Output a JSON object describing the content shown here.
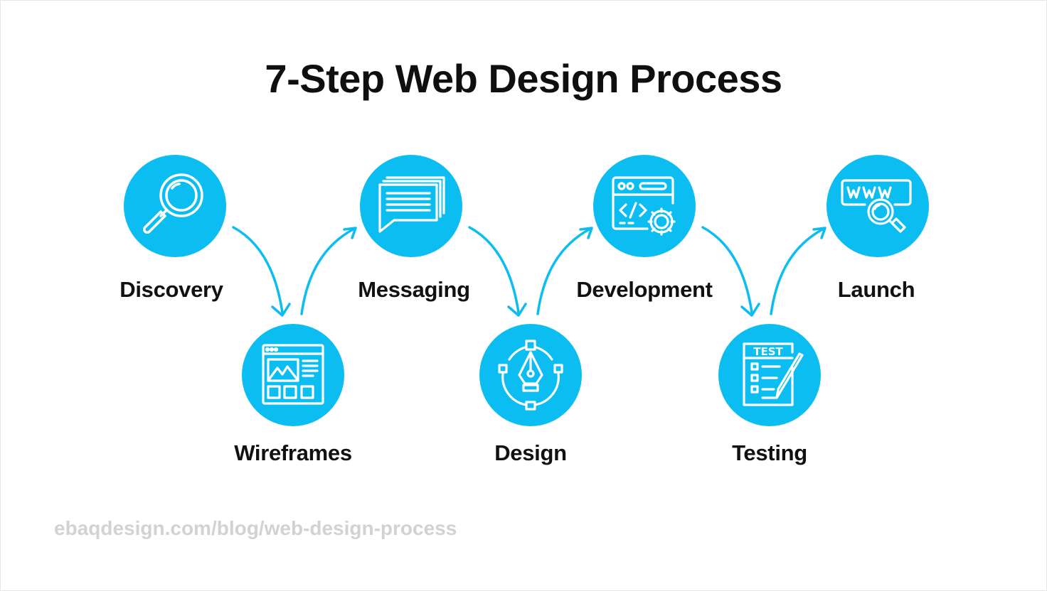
{
  "title": "7-Step Web Design Process",
  "accent_color": "#0bbdf0",
  "steps": [
    {
      "label": "Discovery",
      "icon": "magnifier-icon"
    },
    {
      "label": "Wireframes",
      "icon": "wireframe-icon"
    },
    {
      "label": "Messaging",
      "icon": "messages-icon"
    },
    {
      "label": "Design",
      "icon": "pen-tool-icon"
    },
    {
      "label": "Development",
      "icon": "code-gear-icon"
    },
    {
      "label": "Testing",
      "icon": "test-checklist-icon"
    },
    {
      "label": "Launch",
      "icon": "www-search-icon"
    }
  ],
  "footer": "ebaqdesign.com/blog/web-design-process"
}
